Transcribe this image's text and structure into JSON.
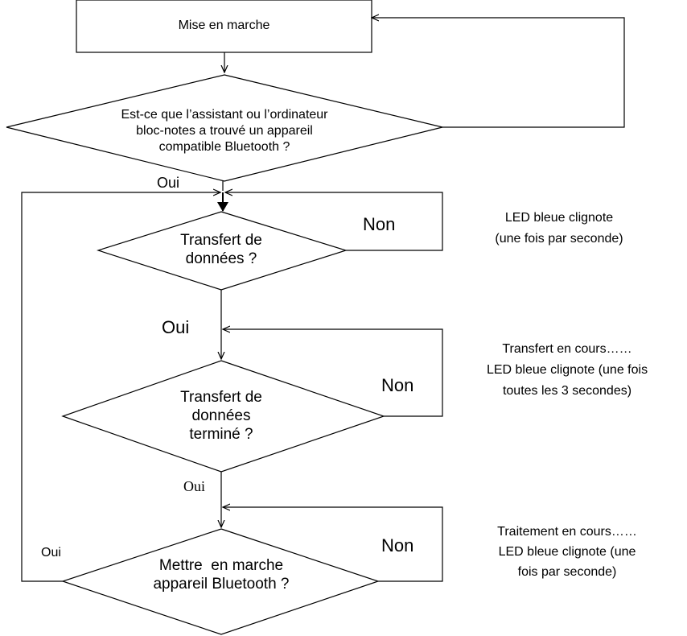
{
  "flowchart": {
    "start_box": "Mise en marche",
    "decision_search": {
      "line1": "Est-ce que l’assistant ou l’ordinateur",
      "line2": "bloc-notes a trouvé un appareil",
      "line3": "compatible Bluetooth ?"
    },
    "decision_transfer": {
      "line1": "Transfert de",
      "line2": "données ?"
    },
    "decision_transfer_done": {
      "line1": "Transfert de",
      "line2": "données",
      "line3": "terminé ?"
    },
    "decision_power_on": {
      "line1": "Mettre  en marche",
      "line2": "appareil Bluetooth ?"
    },
    "labels": {
      "oui_1": "Oui",
      "non_1": "Non",
      "oui_2": "Oui",
      "non_2": "Non",
      "oui_3": "Oui",
      "non_3": "Non",
      "oui_4": "Oui"
    },
    "notes": {
      "note_1": {
        "line1": "LED bleue clignote",
        "line2": "(une fois par seconde)"
      },
      "note_2": {
        "line1": "Transfert en cours……",
        "line2": "LED bleue clignote (une fois",
        "line3": "toutes les 3 secondes)"
      },
      "note_3": {
        "line1": "Traitement en cours……",
        "line2": "LED bleue clignote (une",
        "line3": "fois par seconde)"
      }
    }
  }
}
